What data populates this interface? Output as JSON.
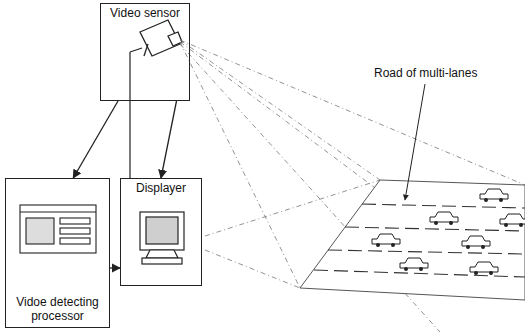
{
  "diagram": {
    "nodes": [
      {
        "text": [
          "Video sensor"
        ]
      },
      {
        "text": [
          "Vidoe detecting processor"
        ]
      },
      {
        "text": [
          "Displayer"
        ]
      }
    ],
    "edges": [
      {
        "from": 0,
        "to": 1,
        "arrow": "to"
      },
      {
        "from": 0,
        "to": 2,
        "arrow": "to"
      },
      {
        "from": 1,
        "to": 2,
        "arrow": "to"
      }
    ],
    "labels": [
      "Road of multi-lanes"
    ]
  }
}
